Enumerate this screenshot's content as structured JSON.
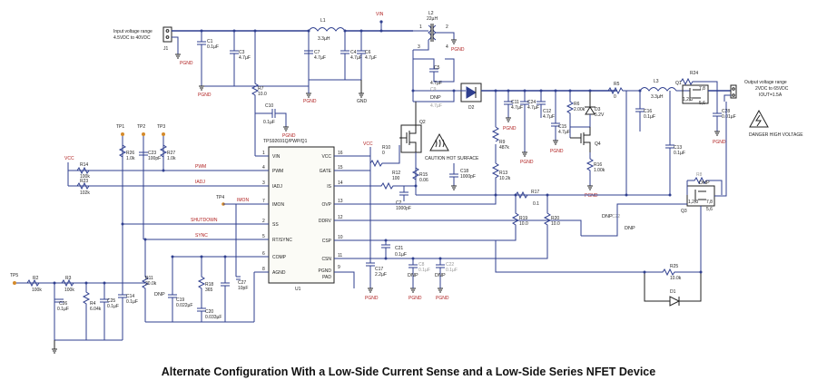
{
  "caption": "Alternate Configuration With a Low-Side Current Sense and a Low-Side Series NFET Device",
  "nets": {
    "vin": "VIN",
    "vcc": "VCC",
    "pgnd": "PGND",
    "gnd": "GND",
    "pwm": "PWM",
    "iadj": "IADJ",
    "shutdown": "SHUTDOWN",
    "sync": "SYNC",
    "iMON": "IMON",
    "dnp": "DNP"
  },
  "input": {
    "j1": "J1",
    "range_title": "Input voltage range",
    "range_value": "4.5VDC to 40VDC"
  },
  "output": {
    "title": "Output voltage range",
    "range": "2VDC to 65VDC",
    "iout": "IOUT=1.5A"
  },
  "warnings": {
    "danger": "DANGER HIGH VOLTAGE",
    "hot": "CAUTION HOT SURFACE"
  },
  "testpoints": {
    "tp1": "TP1",
    "tp2": "TP2",
    "tp3": "TP3",
    "tp4": "TP4",
    "tp5": "TP5"
  },
  "ic": {
    "part": "TPS92691Q/PWP/Q1",
    "ref": "U1",
    "left_pins": [
      {
        "num": "1",
        "name": "VIN"
      },
      {
        "num": "4",
        "name": "PWM"
      },
      {
        "num": "3",
        "name": "IADJ"
      },
      {
        "num": "7",
        "name": "IMON"
      },
      {
        "num": "2",
        "name": "SS"
      },
      {
        "num": "5",
        "name": "RT/SYNC"
      },
      {
        "num": "6",
        "name": "COMP"
      },
      {
        "num": "8",
        "name": "AGND"
      }
    ],
    "right_pins": [
      {
        "num": "16",
        "name": "VCC"
      },
      {
        "num": "15",
        "name": "GATE"
      },
      {
        "num": "14",
        "name": "IS"
      },
      {
        "num": "13",
        "name": "OVP"
      },
      {
        "num": "12",
        "name": "DDRV"
      },
      {
        "num": "10",
        "name": "CSP"
      },
      {
        "num": "11",
        "name": "CSN"
      },
      {
        "num": "9",
        "name": "PGND"
      },
      {
        "num": "",
        "name": "PAD"
      }
    ]
  },
  "components": {
    "C1": {
      "ref": "C1",
      "val": "0.1µF"
    },
    "C3": {
      "ref": "C3",
      "val": "4.7µF"
    },
    "C7": {
      "ref": "C7",
      "val": "4.7µF"
    },
    "C4": {
      "ref": "C4",
      "val": "4.7µF"
    },
    "C6": {
      "ref": "C6",
      "val": "4.7µF"
    },
    "L1": {
      "ref": "L1",
      "val": "3.3µH"
    },
    "L2": {
      "ref": "L2",
      "val": "22µH"
    },
    "L3": {
      "ref": "L3",
      "val": "3.3µH"
    },
    "R7": {
      "ref": "R7",
      "val": "10.0"
    },
    "C10": {
      "ref": "C10",
      "val": "0.1µF"
    },
    "C5": {
      "ref": "C5",
      "val": "4.7µF"
    },
    "C9": {
      "ref": "C9",
      "val": "4.7µF"
    },
    "D2": {
      "ref": "D2"
    },
    "Q2": {
      "ref": "Q2"
    },
    "R10": {
      "ref": "R10",
      "val": "0"
    },
    "R12": {
      "ref": "R12",
      "val": "100"
    },
    "R15": {
      "ref": "R15",
      "val": "0.06"
    },
    "C2": {
      "ref": "C2",
      "val": "1000pF"
    },
    "C18": {
      "ref": "C18",
      "val": "1000pF"
    },
    "R9": {
      "ref": "R9",
      "val": "487k"
    },
    "R13": {
      "ref": "R13",
      "val": "10.2k"
    },
    "C11": {
      "ref": "C11",
      "val": "4.7µF"
    },
    "C24": {
      "ref": "C24",
      "val": "4.7µF"
    },
    "C12": {
      "ref": "C12",
      "val": "4.7µF"
    },
    "C15": {
      "ref": "C15",
      "val": "4.7µF"
    },
    "R6": {
      "ref": "R6",
      "val": "2.00k"
    },
    "D3": {
      "ref": "D3",
      "val": "5.2V"
    },
    "Q4": {
      "ref": "Q4"
    },
    "R16": {
      "ref": "R16",
      "val": "1.00k"
    },
    "R5": {
      "ref": "R5",
      "val": "0"
    },
    "C16": {
      "ref": "C16",
      "val": "0.1µF"
    },
    "C13": {
      "ref": "C13",
      "val": "0.1µF"
    },
    "Q1": {
      "ref": "Q1",
      "pins": "1,2,3",
      "pins2": "7,8",
      "pins3": "5,6"
    },
    "R24": {
      "ref": "R24"
    },
    "C28": {
      "ref": "C28",
      "val": "0.01µF"
    },
    "Q3": {
      "ref": "Q3",
      "pins": "1,2,3",
      "pins2": "7,8",
      "pins3": "5,6"
    },
    "R8": {
      "ref": "R8"
    },
    "R17": {
      "ref": "R17",
      "val": "0.1"
    },
    "R19": {
      "ref": "R19",
      "val": "10.0"
    },
    "R20": {
      "ref": "R20",
      "val": "10.0"
    },
    "C21": {
      "ref": "C21",
      "val": "0.1µF"
    },
    "C17": {
      "ref": "C17",
      "val": "2.2µF"
    },
    "C22": {
      "ref": "C22",
      "val": "0.1µF"
    },
    "C8": {
      "ref": "C8",
      "val": "0.1µF"
    },
    "R25": {
      "ref": "R25",
      "val": "10.0k"
    },
    "D1": {
      "ref": "D1"
    },
    "R14": {
      "ref": "R14",
      "val": "100k"
    },
    "R23": {
      "ref": "R23",
      "val": "102k"
    },
    "R26": {
      "ref": "R26",
      "val": "1.0k"
    },
    "C23": {
      "ref": "C23",
      "val": "100pF"
    },
    "R27": {
      "ref": "R27",
      "val": "1.0k"
    },
    "R2": {
      "ref": "R2",
      "val": "100k"
    },
    "R3": {
      "ref": "R3",
      "val": "100k"
    },
    "C26": {
      "ref": "C26",
      "val": "0.1µF"
    },
    "R4": {
      "ref": "R4",
      "val": "6.04k"
    },
    "C25": {
      "ref": "C25",
      "val": "0.1µF"
    },
    "C14": {
      "ref": "C14",
      "val": "0.1µF"
    },
    "R11": {
      "ref": "R11",
      "val": "20.0k"
    },
    "C19": {
      "ref": "C19",
      "val": "0.022µF"
    },
    "R18": {
      "ref": "R18",
      "val": "365"
    },
    "C20": {
      "ref": "C20",
      "val": "0.033µF"
    },
    "C27": {
      "ref": "C27",
      "val": "10pF"
    }
  }
}
